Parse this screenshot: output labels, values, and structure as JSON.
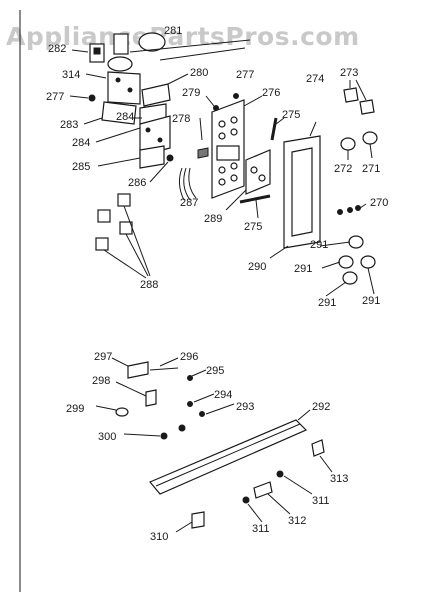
{
  "watermark": "AppliancePartsPros.com",
  "callouts": [
    {
      "id": "c282",
      "text": "282"
    },
    {
      "id": "c281",
      "text": "281"
    },
    {
      "id": "c314",
      "text": "314"
    },
    {
      "id": "c277a",
      "text": "277"
    },
    {
      "id": "c280",
      "text": "280"
    },
    {
      "id": "c277b",
      "text": "277"
    },
    {
      "id": "c283",
      "text": "283"
    },
    {
      "id": "c284a",
      "text": "284"
    },
    {
      "id": "c279",
      "text": "279"
    },
    {
      "id": "c276",
      "text": "276"
    },
    {
      "id": "c274",
      "text": "274"
    },
    {
      "id": "c273",
      "text": "273"
    },
    {
      "id": "c275a",
      "text": "275"
    },
    {
      "id": "c284b",
      "text": "284"
    },
    {
      "id": "c278",
      "text": "278"
    },
    {
      "id": "c285",
      "text": "285"
    },
    {
      "id": "c286",
      "text": "286"
    },
    {
      "id": "c287",
      "text": "287"
    },
    {
      "id": "c272",
      "text": "272"
    },
    {
      "id": "c271",
      "text": "271"
    },
    {
      "id": "c270",
      "text": "270"
    },
    {
      "id": "c289",
      "text": "289"
    },
    {
      "id": "c275b",
      "text": "275"
    },
    {
      "id": "c290",
      "text": "290"
    },
    {
      "id": "c291a",
      "text": "291"
    },
    {
      "id": "c291b",
      "text": "291"
    },
    {
      "id": "c291c",
      "text": "291"
    },
    {
      "id": "c291d",
      "text": "291"
    },
    {
      "id": "c288",
      "text": "288"
    },
    {
      "id": "c297",
      "text": "297"
    },
    {
      "id": "c296",
      "text": "296"
    },
    {
      "id": "c295",
      "text": "295"
    },
    {
      "id": "c298",
      "text": "298"
    },
    {
      "id": "c294",
      "text": "294"
    },
    {
      "id": "c293",
      "text": "293"
    },
    {
      "id": "c292",
      "text": "292"
    },
    {
      "id": "c299",
      "text": "299"
    },
    {
      "id": "c300",
      "text": "300"
    },
    {
      "id": "c313",
      "text": "313"
    },
    {
      "id": "c311a",
      "text": "311"
    },
    {
      "id": "c312",
      "text": "312"
    },
    {
      "id": "c311b",
      "text": "311"
    },
    {
      "id": "c310",
      "text": "310"
    }
  ]
}
